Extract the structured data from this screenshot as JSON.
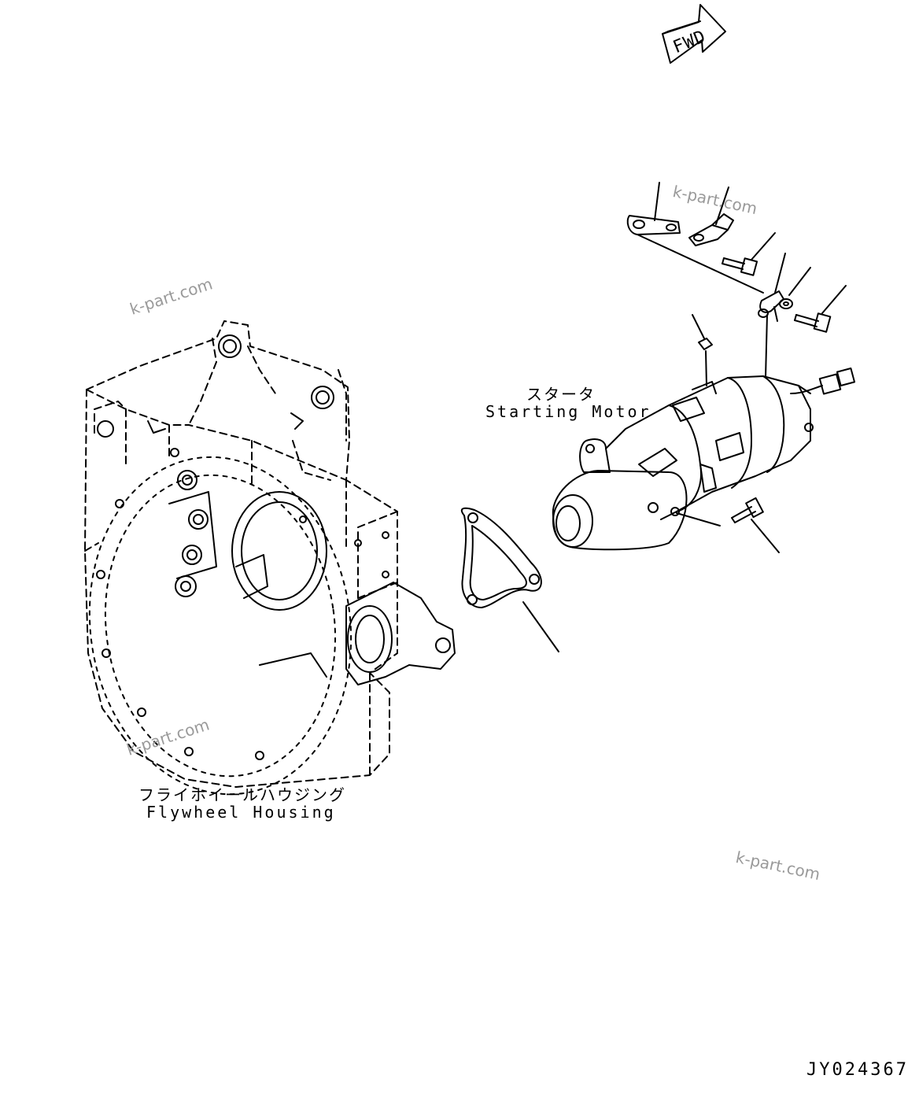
{
  "fwd_label": "FWD",
  "labels": {
    "starter_jp": "スタータ",
    "starter_en": "Starting Motor",
    "housing_jp": "フライホイールハウジング",
    "housing_en": "Flywheel Housing"
  },
  "watermark": "k-part.com",
  "drawing_code": "JY024367",
  "colors": {
    "line": "#000000",
    "watermark": "#9a9a9a",
    "background": "#ffffff"
  }
}
